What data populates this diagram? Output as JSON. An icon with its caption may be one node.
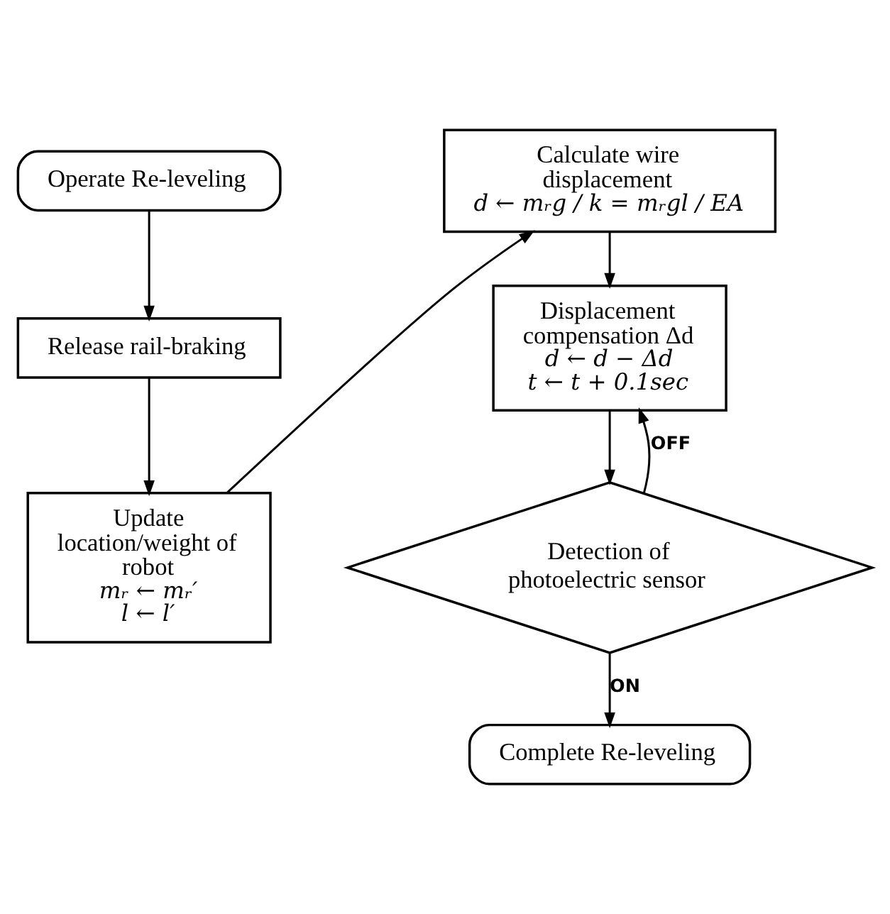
{
  "diagram": {
    "nodes": [
      {
        "text": [
          "Operate Re-leveling"
        ]
      },
      {
        "text": [
          "Release rail-braking"
        ]
      },
      {
        "text": [
          "Update location/weight of robot",
          "mᵣ ← mᵣ′",
          "l ← l′"
        ]
      },
      {
        "text": [
          "Calculate wire displacement",
          "d ← mᵣg / k = mᵣgl / EA"
        ]
      },
      {
        "text": [
          "Displacement compensation Δd",
          "d ← d − Δd",
          "t ← t + 0.1sec"
        ]
      },
      {
        "text": [
          "Detection of photoelectric sensor"
        ]
      },
      {
        "text": [
          "Complete Re-leveling"
        ]
      }
    ],
    "edges": [
      {
        "from": 0,
        "to": 1,
        "arrow": "to"
      },
      {
        "from": 1,
        "to": 2,
        "arrow": "to"
      },
      {
        "from": 2,
        "to": 3,
        "arrow": "to"
      },
      {
        "from": 3,
        "to": 4,
        "arrow": "to"
      },
      {
        "from": 4,
        "to": 5,
        "arrow": "to"
      },
      {
        "from": 5,
        "to": 4,
        "arrow": "to",
        "label": "OFF"
      },
      {
        "from": 5,
        "to": 6,
        "arrow": "to",
        "label": "ON"
      }
    ]
  }
}
